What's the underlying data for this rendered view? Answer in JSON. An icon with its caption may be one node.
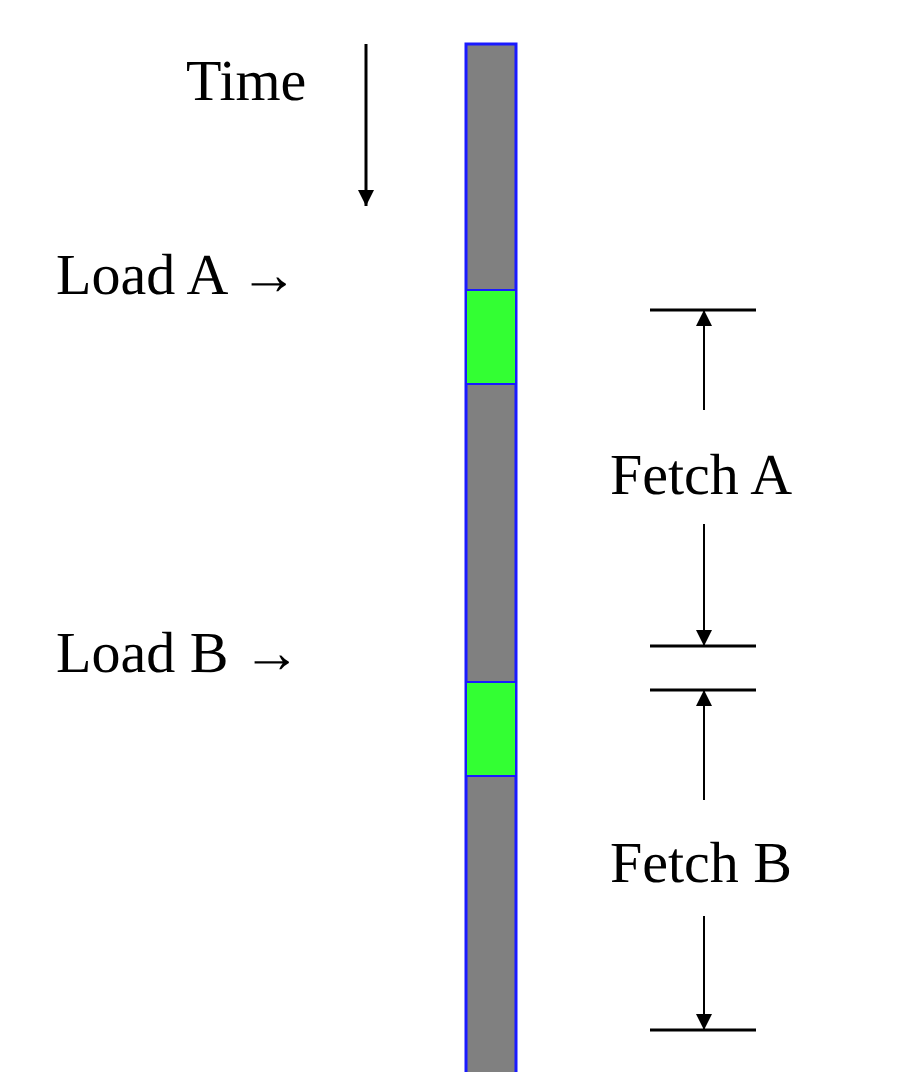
{
  "diagram": {
    "labels": [
      "Time",
      "Load A →",
      "Load B →",
      "Fetch A",
      "Fetch B"
    ]
  }
}
